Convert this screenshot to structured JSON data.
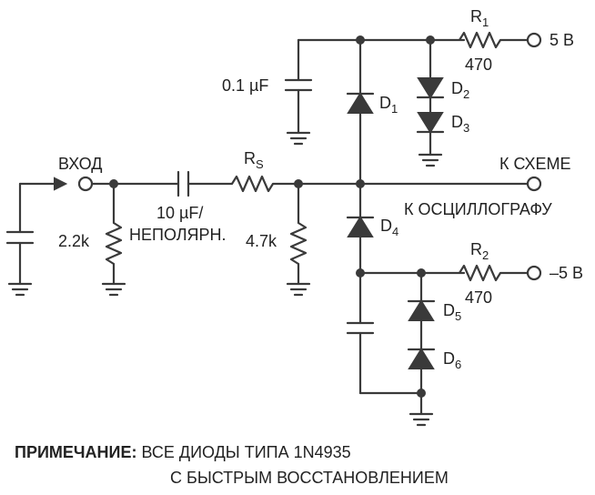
{
  "labels": {
    "input": "ВХОД",
    "to_circuit": "К СХЕМЕ",
    "to_scope": "К ОСЦИЛЛОГРАФУ",
    "plus_supply": "5 В",
    "minus_supply": "–5 В",
    "c_bypass": "0.1 µF",
    "c_coupling_1": "10 µF/",
    "c_coupling_2": "НЕПОЛЯРН.",
    "r_in": "2.2k",
    "r_load": "4.7k",
    "rs_main": "R",
    "rs_sub": "S",
    "r1_main": "R",
    "r1_sub": "1",
    "r1_value": "470",
    "r2_main": "R",
    "r2_sub": "2",
    "r2_value": "470",
    "d1_main": "D",
    "d1_sub": "1",
    "d2_main": "D",
    "d2_sub": "2",
    "d3_main": "D",
    "d3_sub": "3",
    "d4_main": "D",
    "d4_sub": "4",
    "d5_main": "D",
    "d5_sub": "5",
    "d6_main": "D",
    "d6_sub": "6"
  },
  "note": {
    "prefix": "ПРИМЕЧАНИЕ:",
    "line1": " ВСЕ ДИОДЫ ТИПА 1N4935",
    "line2": "С БЫСТРЫМ ВОССТАНОВЛЕНИЕМ"
  }
}
